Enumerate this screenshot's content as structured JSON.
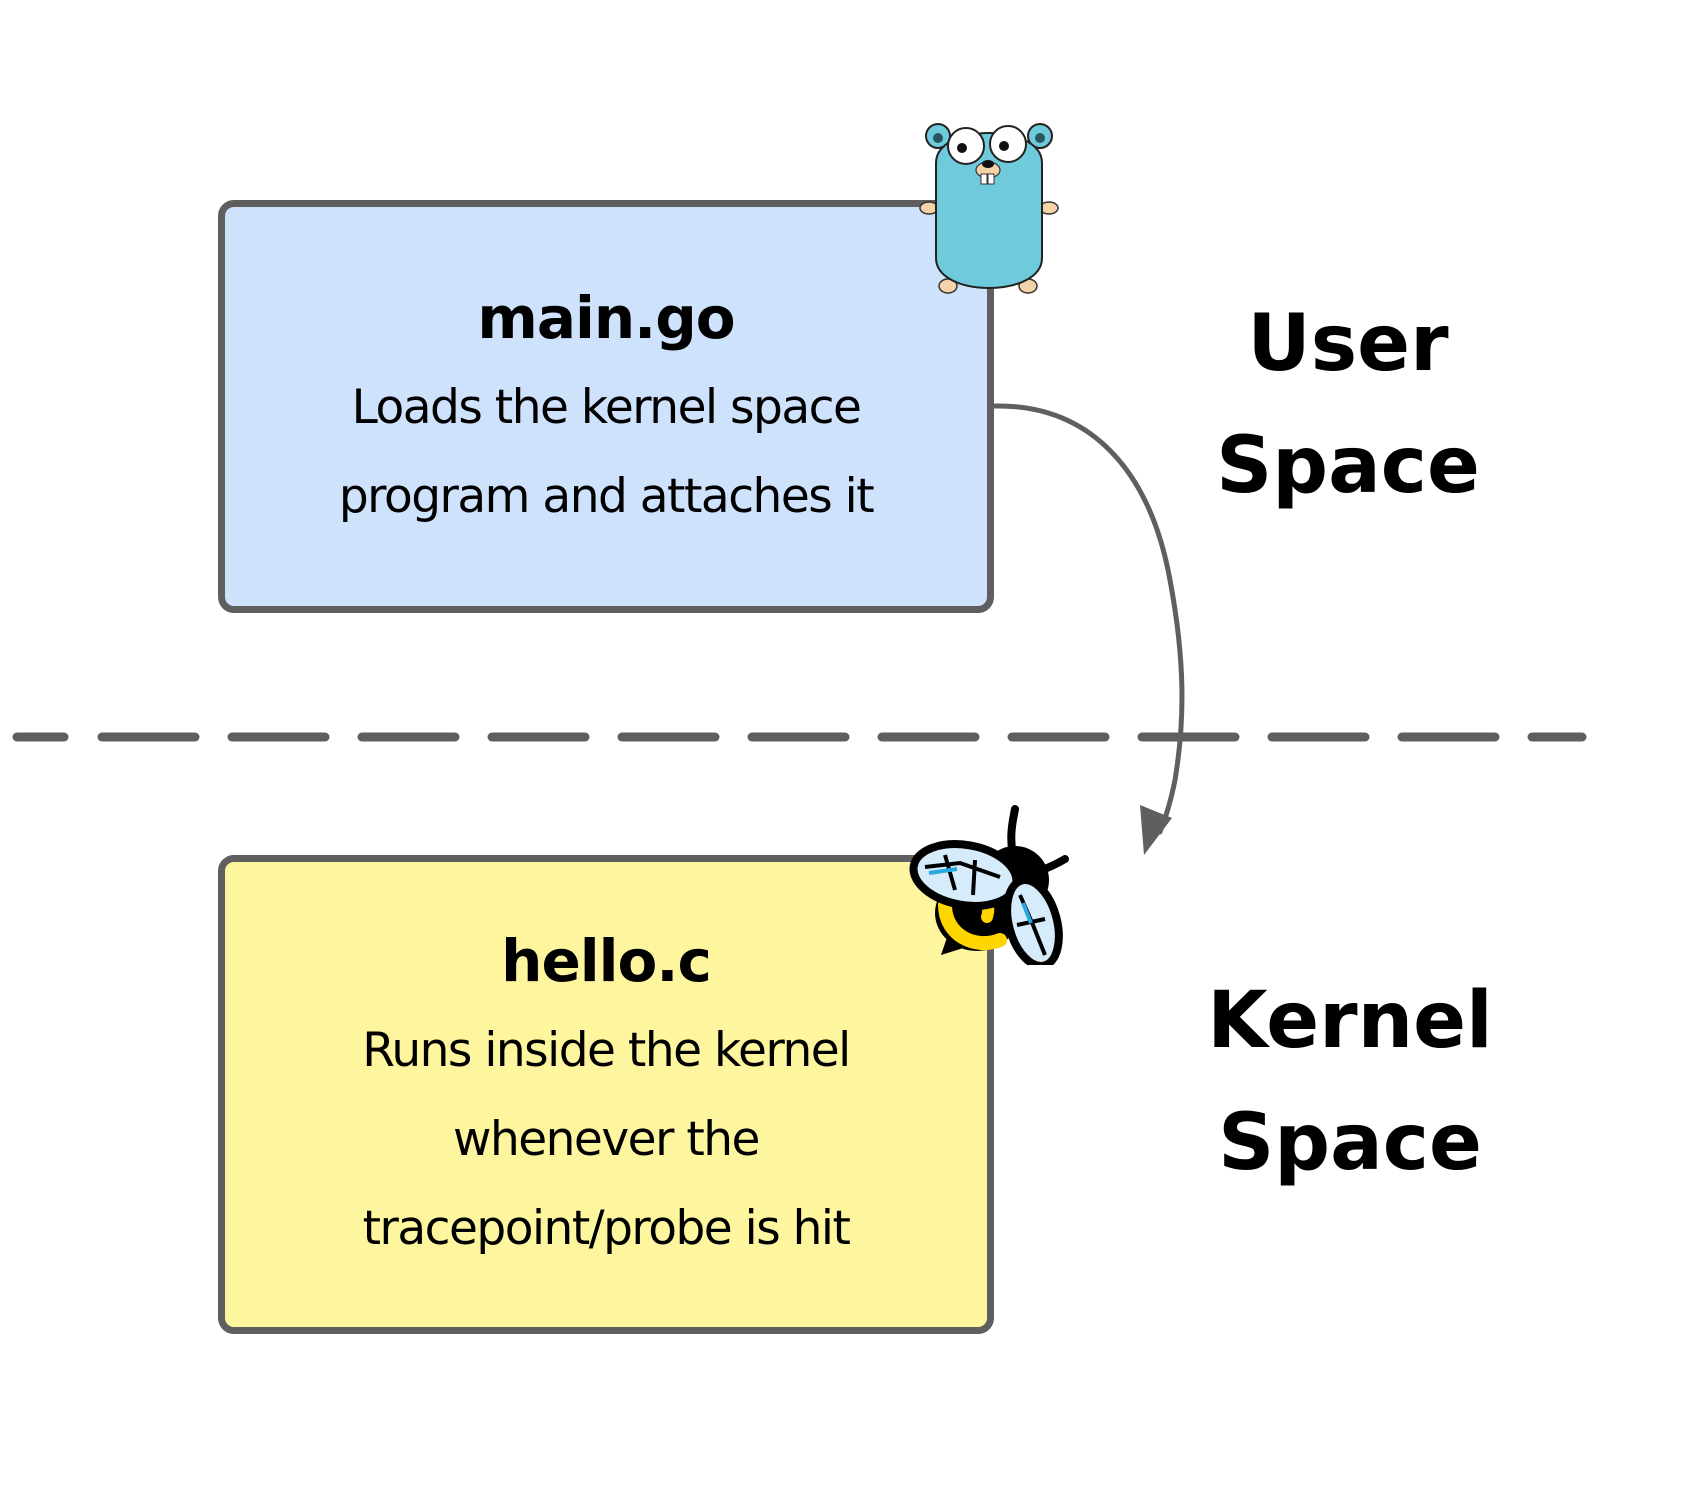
{
  "diagram": {
    "user_box": {
      "title": "main.go",
      "description_lines": [
        "Loads the kernel space",
        "program and attaches it"
      ],
      "fill": "#cfe2fc",
      "mascot": "go-gopher-icon"
    },
    "kernel_box": {
      "title": "hello.c",
      "description_lines": [
        "Runs inside the kernel",
        "whenever the",
        "tracepoint/probe is hit"
      ],
      "fill": "#fef59f",
      "mascot": "ebpf-bee-icon"
    },
    "regions": {
      "user_label_lines": [
        "User",
        "Space"
      ],
      "kernel_label_lines": [
        "Kernel",
        "Space"
      ]
    },
    "divider": {
      "style": "dashed",
      "color": "#5f5f5f"
    },
    "arrow": {
      "from": "main.go",
      "to": "hello.c",
      "color": "#5f5f5f"
    }
  }
}
